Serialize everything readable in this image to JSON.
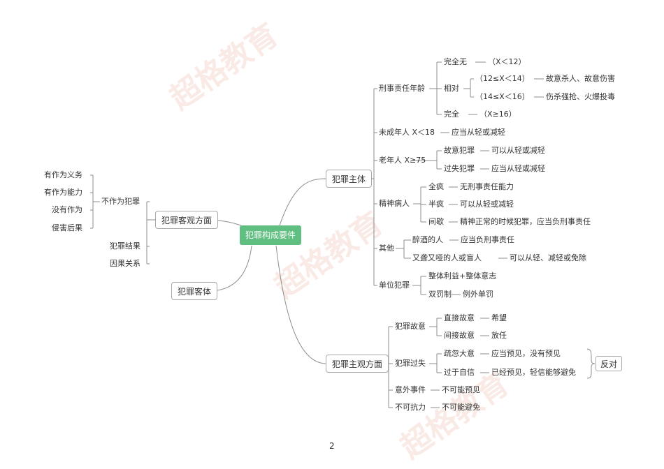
{
  "diagram": {
    "root": "犯罪构成要件",
    "branches": {
      "objective_aspect": {
        "label": "犯罪客观方面",
        "omission": {
          "label": "不作为犯罪",
          "items": [
            "有作为义务",
            "有作为能力",
            "没有作为",
            "侵害后果"
          ]
        },
        "result": "犯罪结果",
        "causality": "因果关系"
      },
      "object": {
        "label": "犯罪客体"
      },
      "subject": {
        "label": "犯罪主体",
        "age": {
          "label": "刑事责任年龄",
          "none": {
            "label": "完全无",
            "value": "（X＜12）"
          },
          "relative": {
            "label": "相对",
            "a": {
              "range": "（12≤X＜14）",
              "crimes": "故意杀人、故意伤害"
            },
            "b": {
              "range": "（14≤X＜16）",
              "crimes": "伤杀强抢、火爆投毒"
            }
          },
          "full": {
            "label": "完全",
            "value": "（X≥16）"
          }
        },
        "minor": {
          "label": "未成年人  X＜18",
          "note": "应当从轻或减轻"
        },
        "elderly": {
          "label": "老年人  X≥75",
          "intent": {
            "label": "故意犯罪",
            "note": "可以从轻或减轻"
          },
          "negligence": {
            "label": "过失犯罪",
            "note": "应当从轻或减轻"
          }
        },
        "mental": {
          "label": "精神病人",
          "full": {
            "label": "全疯",
            "note": "无刑事责任能力"
          },
          "half": {
            "label": "半疯",
            "note": "可以从轻或减轻"
          },
          "intermittent": {
            "label": "间歇",
            "note": "精神正常的时候犯罪，应当负刑事责任"
          }
        },
        "other": {
          "label": "其他",
          "drunk": {
            "label": "醉酒的人",
            "note": "应当负刑事责任"
          },
          "deafmute": {
            "label": "又聋又哑的人或盲人",
            "note": "可以从轻、减轻或免除"
          }
        },
        "unit": {
          "label": "单位犯罪",
          "a": "整体利益+整体意志",
          "b": {
            "label": "双罚制",
            "note": "例外单罚"
          }
        }
      },
      "subjective": {
        "label": "犯罪主观方面",
        "intent": {
          "label": "犯罪故意",
          "direct": {
            "label": "直接故意",
            "note": "希望"
          },
          "indirect": {
            "label": "间接故意",
            "note": "放任"
          }
        },
        "negligence": {
          "label": "犯罪过失",
          "careless": {
            "label": "疏忽大意",
            "note": "应当预见，没有预见"
          },
          "overconfident": {
            "label": "过于自信",
            "note": "已经预见，轻信能够避免"
          },
          "opposite": "反对"
        },
        "accident": {
          "label": "意外事件",
          "note": "不可能预见"
        },
        "force": {
          "label": "不可抗力",
          "note": "不可能避免"
        }
      }
    }
  },
  "page_number": "2",
  "watermark": "超格教育"
}
